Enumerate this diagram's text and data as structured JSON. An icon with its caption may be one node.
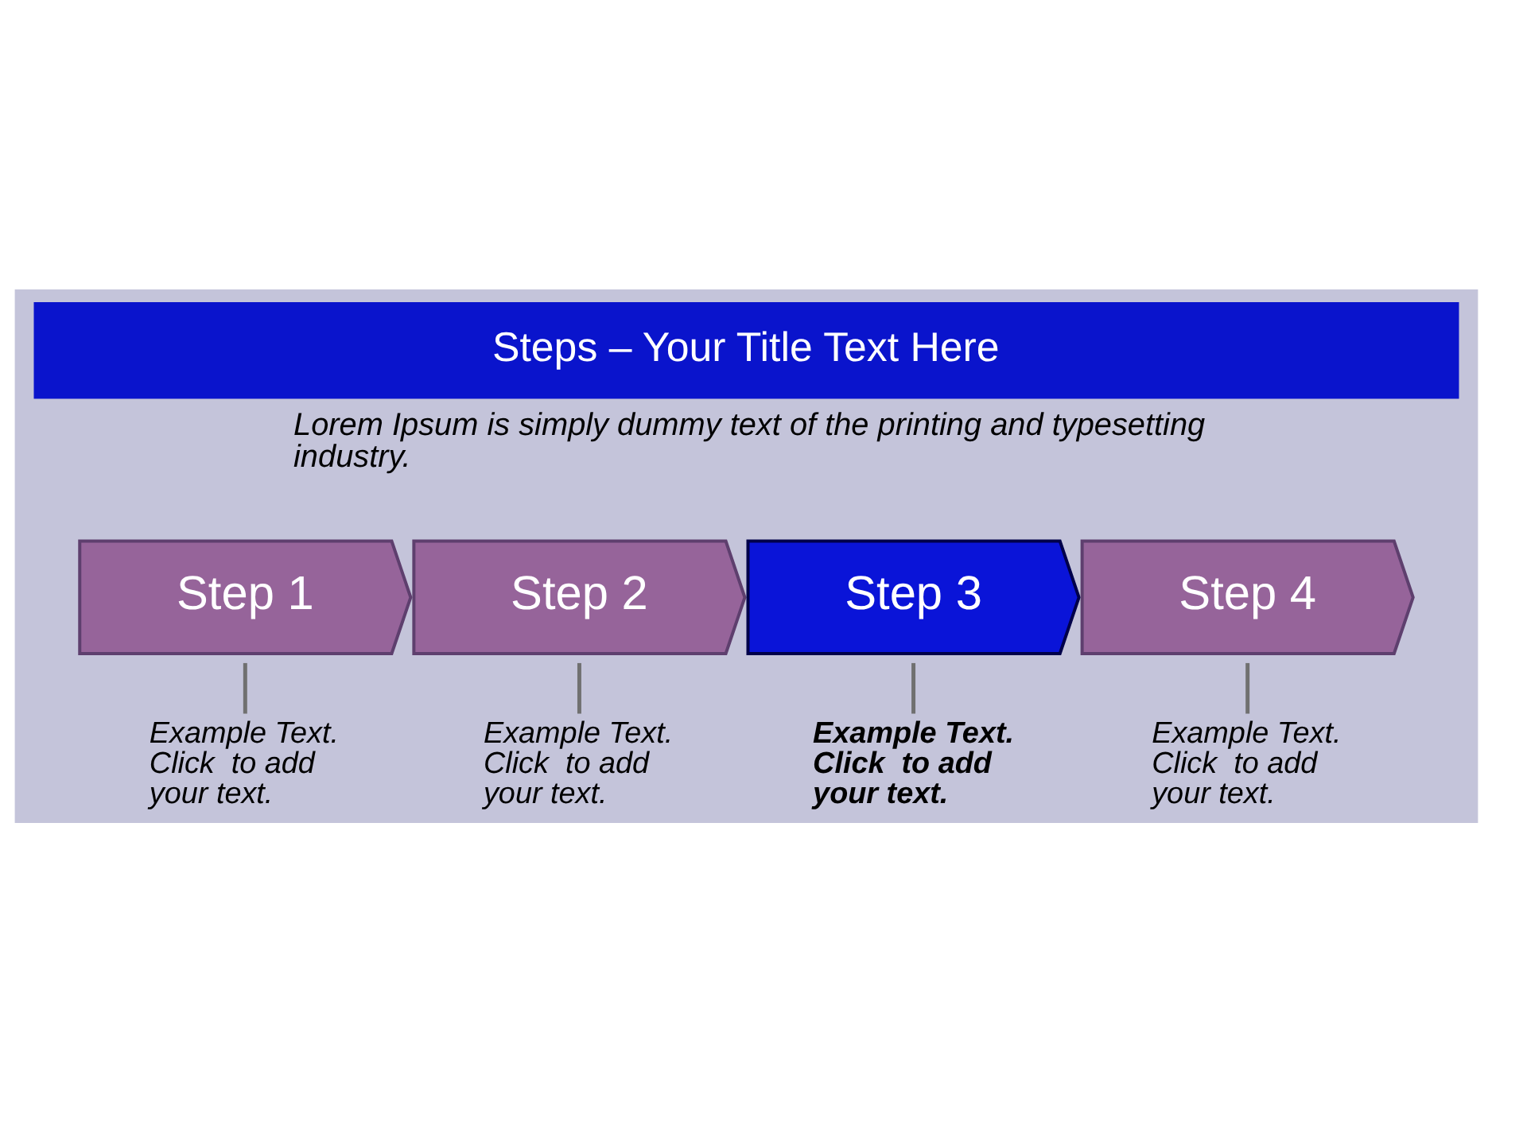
{
  "diagram": {
    "title": "Steps – Your Title Text Here",
    "nodes": [
      {
        "text": [
          "Step 1"
        ]
      },
      {
        "text": [
          "Step 2"
        ]
      },
      {
        "text": [
          "Step 3"
        ]
      },
      {
        "text": [
          "Step 4"
        ]
      },
      {
        "text": [
          "Example Text. Click  to add your text."
        ]
      },
      {
        "text": [
          "Example Text. Click  to add your text."
        ]
      },
      {
        "text": [
          "Example Text. Click  to add your text."
        ]
      },
      {
        "text": [
          "Example Text. Click  to add your text."
        ]
      }
    ],
    "edges": [
      {
        "from": 0,
        "to": 4,
        "arrow": "none"
      },
      {
        "from": 1,
        "to": 5,
        "arrow": "none"
      },
      {
        "from": 2,
        "to": 6,
        "arrow": "none"
      },
      {
        "from": 3,
        "to": 7,
        "arrow": "none"
      }
    ],
    "labels": [
      "Lorem Ipsum is simply dummy text of the printing and typesetting industry."
    ]
  }
}
